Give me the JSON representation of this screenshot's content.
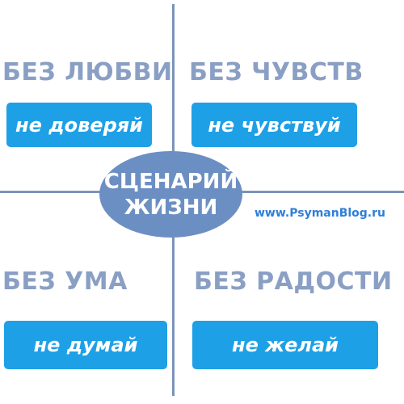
{
  "center": {
    "line1": "СЦЕНАРИЙ",
    "line2": "ЖИЗНИ"
  },
  "quadrants": [
    {
      "heading": "БЕЗ ЛЮБВИ",
      "label": "не доверяй"
    },
    {
      "heading": "БЕЗ ЧУВСТВ",
      "label": "не чувствуй"
    },
    {
      "heading": "БЕЗ УМА",
      "label": "не думай"
    },
    {
      "heading": "БЕЗ РАДОСТИ",
      "label": "не желай"
    }
  ],
  "watermark": "www.PsymanBlog.ru",
  "colors": {
    "heading": "#8a9fc4",
    "pill": "#1ea0e7",
    "center": "#6c8fc3",
    "lines": "#7b93b9",
    "watermark": "#2f7fd8"
  }
}
